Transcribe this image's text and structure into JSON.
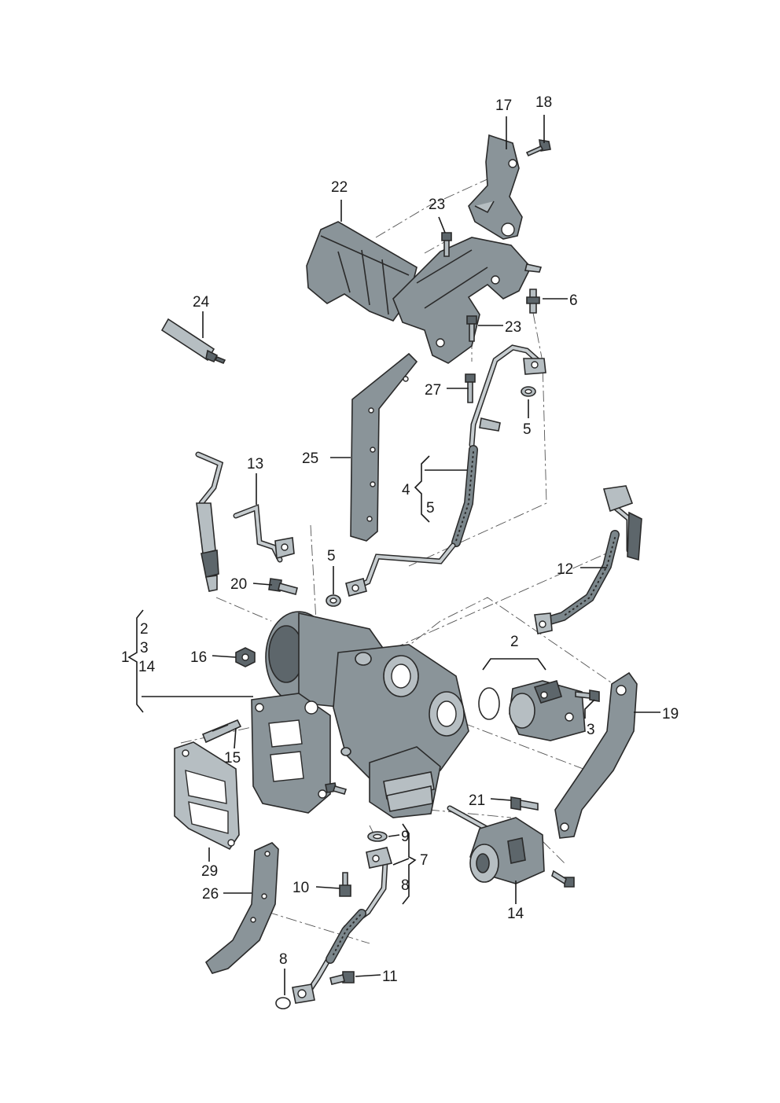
{
  "callouts": [
    {
      "id": "c1",
      "text": "1"
    },
    {
      "id": "c2a",
      "text": "2"
    },
    {
      "id": "c3a",
      "text": "3"
    },
    {
      "id": "c14a",
      "text": "14"
    },
    {
      "id": "c2b",
      "text": "2"
    },
    {
      "id": "c3b",
      "text": "3"
    },
    {
      "id": "c4",
      "text": "4"
    },
    {
      "id": "c5a",
      "text": "5"
    },
    {
      "id": "c5b",
      "text": "5"
    },
    {
      "id": "c5c",
      "text": "5"
    },
    {
      "id": "c6",
      "text": "6"
    },
    {
      "id": "c7",
      "text": "7"
    },
    {
      "id": "c8a",
      "text": "8"
    },
    {
      "id": "c8b",
      "text": "8"
    },
    {
      "id": "c9",
      "text": "9"
    },
    {
      "id": "c10",
      "text": "10"
    },
    {
      "id": "c11",
      "text": "11"
    },
    {
      "id": "c12",
      "text": "12"
    },
    {
      "id": "c13",
      "text": "13"
    },
    {
      "id": "c14b",
      "text": "14"
    },
    {
      "id": "c15",
      "text": "15"
    },
    {
      "id": "c16",
      "text": "16"
    },
    {
      "id": "c17",
      "text": "17"
    },
    {
      "id": "c18",
      "text": "18"
    },
    {
      "id": "c19",
      "text": "19"
    },
    {
      "id": "c20",
      "text": "20"
    },
    {
      "id": "c21",
      "text": "21"
    },
    {
      "id": "c22",
      "text": "22"
    },
    {
      "id": "c23a",
      "text": "23"
    },
    {
      "id": "c23b",
      "text": "23"
    },
    {
      "id": "c24",
      "text": "24"
    },
    {
      "id": "c25",
      "text": "25"
    },
    {
      "id": "c26",
      "text": "26"
    },
    {
      "id": "c27",
      "text": "27"
    },
    {
      "id": "c29",
      "text": "29"
    }
  ],
  "colors": {
    "ink": "#1a1a1a",
    "metal": "#8a9499",
    "metal_light": "#b6bec2",
    "metal_dark": "#5d666b",
    "background": "#ffffff"
  }
}
